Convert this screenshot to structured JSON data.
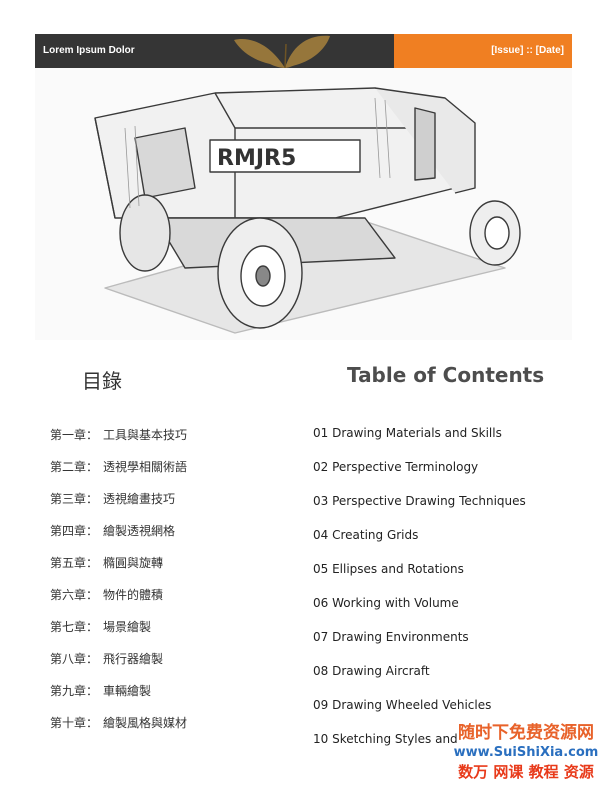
{
  "header": {
    "publication": "Lorem Ipsum Dolor",
    "issue_date": "[Issue] :: [Date]"
  },
  "colors": {
    "header_dark": "#353535",
    "header_accent": "#f07f22",
    "butterfly": "#a17d3c"
  },
  "hero": {
    "icon": "vehicle-sketch-image"
  },
  "toc": {
    "title_cn": "目錄",
    "title_en": "Table of Contents",
    "chapters_cn": [
      {
        "num": "第一章：",
        "title": "工具與基本技巧"
      },
      {
        "num": "第二章：",
        "title": "透視學相關術語"
      },
      {
        "num": "第三章：",
        "title": "透視繪畫技巧"
      },
      {
        "num": "第四章：",
        "title": "繪製透視網格"
      },
      {
        "num": "第五章：",
        "title": "橢圓與旋轉"
      },
      {
        "num": "第六章：",
        "title": "物件的體積"
      },
      {
        "num": "第七章：",
        "title": "場景繪製"
      },
      {
        "num": "第八章：",
        "title": "飛行器繪製"
      },
      {
        "num": "第九章：",
        "title": "車輛繪製"
      },
      {
        "num": "第十章：",
        "title": "繪製風格與媒材"
      }
    ],
    "chapters_en": [
      "01 Drawing Materials and Skills",
      "02 Perspective Terminology",
      "03 Perspective Drawing Techniques",
      "04 Creating Grids",
      "05 Ellipses and Rotations",
      "06 Working with Volume",
      "07 Drawing Environments",
      "08 Drawing Aircraft",
      "09 Drawing Wheeled Vehicles",
      "10 Sketching Styles and"
    ]
  },
  "watermark": {
    "line1": "随时下免费资源网",
    "line2": "www.SuiShiXia.com",
    "line3": "数万 网课 教程 资源"
  }
}
